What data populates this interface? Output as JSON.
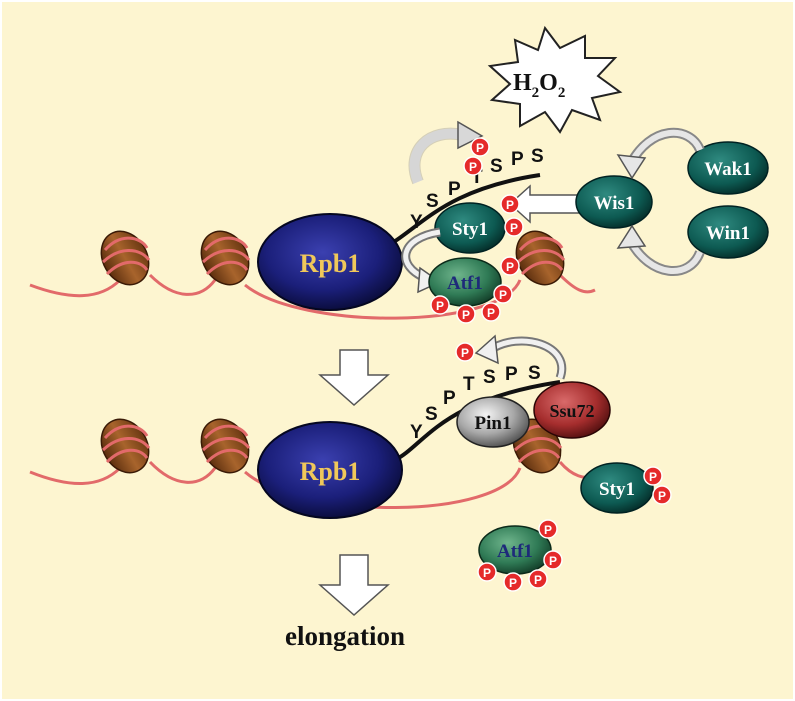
{
  "stimulus": {
    "h": "H",
    "sub1": "2",
    "o": "O",
    "sub2": "2"
  },
  "proteins": {
    "rpb1_top": "Rpb1",
    "rpb1_bottom": "Rpb1",
    "sty1_top": "Sty1",
    "sty1_bottom": "Sty1",
    "atf1_top": "Atf1",
    "atf1_bottom": "Atf1",
    "wis1": "Wis1",
    "wak1": "Wak1",
    "win1": "Win1",
    "pin1": "Pin1",
    "ssu72": "Ssu72"
  },
  "ctd": [
    "Y",
    "S",
    "P",
    "T",
    "S",
    "P",
    "S"
  ],
  "phospho_label": "P",
  "outcome": "elongation",
  "colors": {
    "background": "#fdf5d0",
    "rpb1": "#1b1f7a",
    "rpb1_text": "#f0c85a",
    "teal_protein": "#0d5a52",
    "atf1_protein": "#2f7a55",
    "atf1_text": "#1e2a7a",
    "pin1": "#9a9a9a",
    "ssu72": "#a52d2d",
    "dna": "#e26a6a",
    "nucleosome": "#8a4b1e",
    "phospho_red": "#e52a2a",
    "arrow_grey": "#c9c9c9"
  }
}
